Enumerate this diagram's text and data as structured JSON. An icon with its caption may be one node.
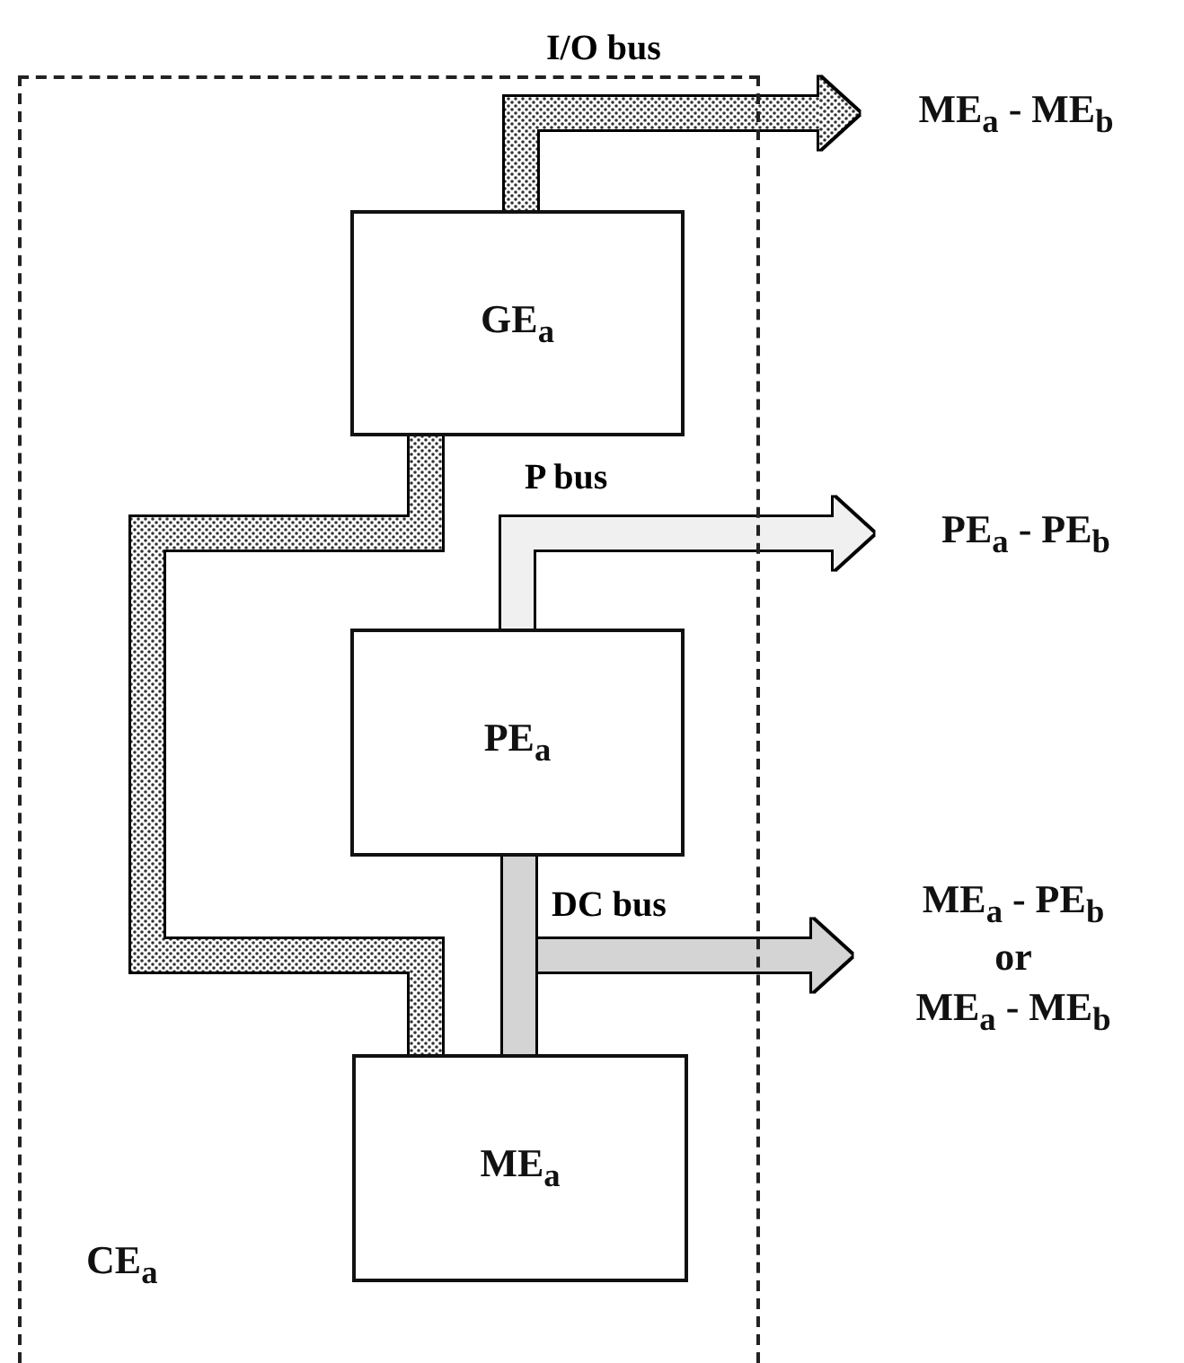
{
  "diagram": {
    "nodes": [
      {
        "text": [
          "CE$_{a}$"
        ]
      },
      {
        "text": [
          "GE$_{a}$"
        ],
        "in": 0
      },
      {
        "text": [
          "PE$_{a}$"
        ],
        "in": 0
      },
      {
        "text": [
          "ME$_{a}$"
        ],
        "in": 0
      },
      {
        "text": [
          "ME$_{a}$ - ME$_{b}$"
        ]
      },
      {
        "text": [
          "PE$_{a}$ - PE$_{b}$"
        ]
      },
      {
        "text": [
          "ME$_{a}$ - PE$_{b}$",
          "or",
          "ME$_{a}$ - ME$_{b}$"
        ]
      }
    ],
    "edges": [
      {
        "from": 1,
        "to": 4,
        "arrow": "to",
        "label": "I/O bus"
      },
      {
        "from": 1,
        "to": 3,
        "arrow": "none"
      },
      {
        "from": 2,
        "to": 5,
        "arrow": "to",
        "label": "P bus",
        "color": "#f0f0f0"
      },
      {
        "from": 3,
        "to": 6,
        "arrow": "to",
        "label": "DC bus",
        "color": "#d4d4d4"
      },
      {
        "from": 2,
        "to": 3,
        "arrow": "none",
        "color": "#d4d4d4"
      }
    ]
  }
}
